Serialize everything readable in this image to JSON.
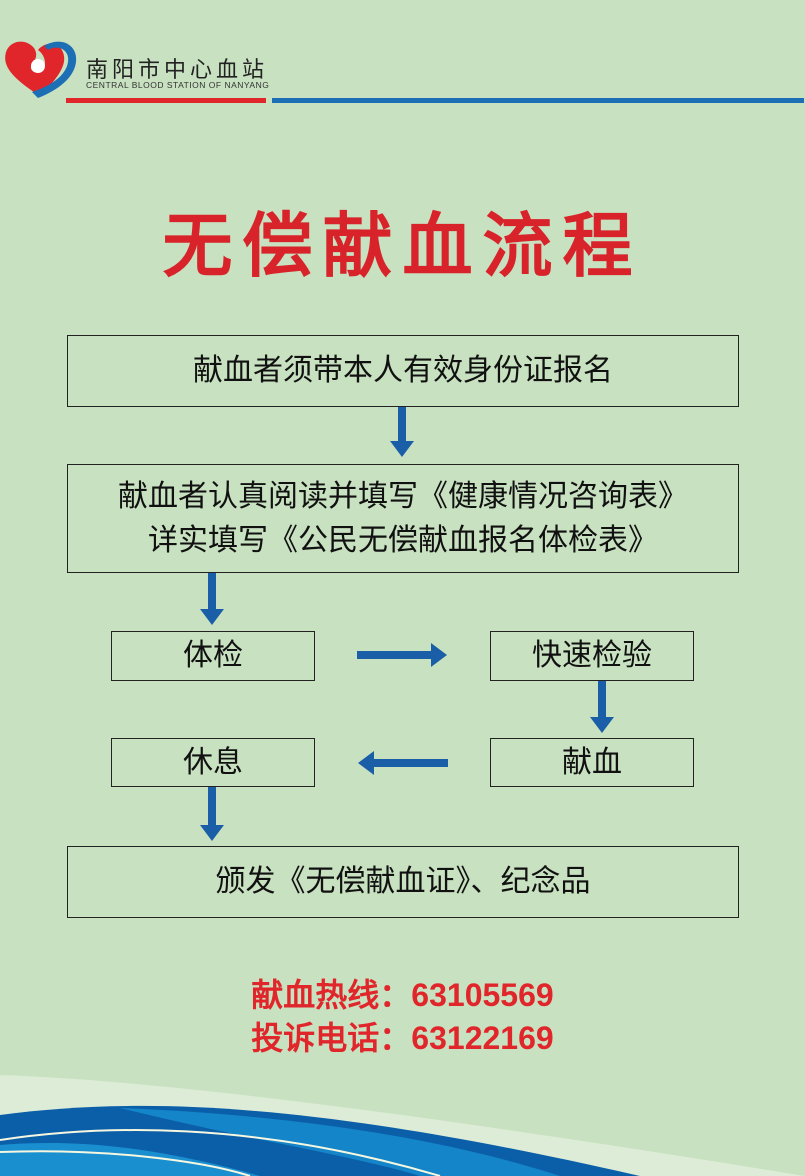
{
  "logo": {
    "name_cn": "南阳市中心血站",
    "name_en": "CENTRAL BLOOD STATION OF NANYANG"
  },
  "title": "无偿献血流程",
  "steps": {
    "register": "献血者须带本人有效身份证报名",
    "forms_line1": "献血者认真阅读并填写《健康情况咨询表》",
    "forms_line2": "详实填写《公民无偿献血报名体检表》",
    "exam": "体检",
    "quick_test": "快速检验",
    "donate": "献血",
    "rest": "休息",
    "certificate": "颁发《无偿献血证》、纪念品"
  },
  "contacts": {
    "hotline": "献血热线：63105569",
    "complaint": "投诉电话：63122169"
  },
  "colors": {
    "background": "#c8e1c0",
    "title_red": "#d8232a",
    "arrow_blue": "#1b5ea8"
  }
}
